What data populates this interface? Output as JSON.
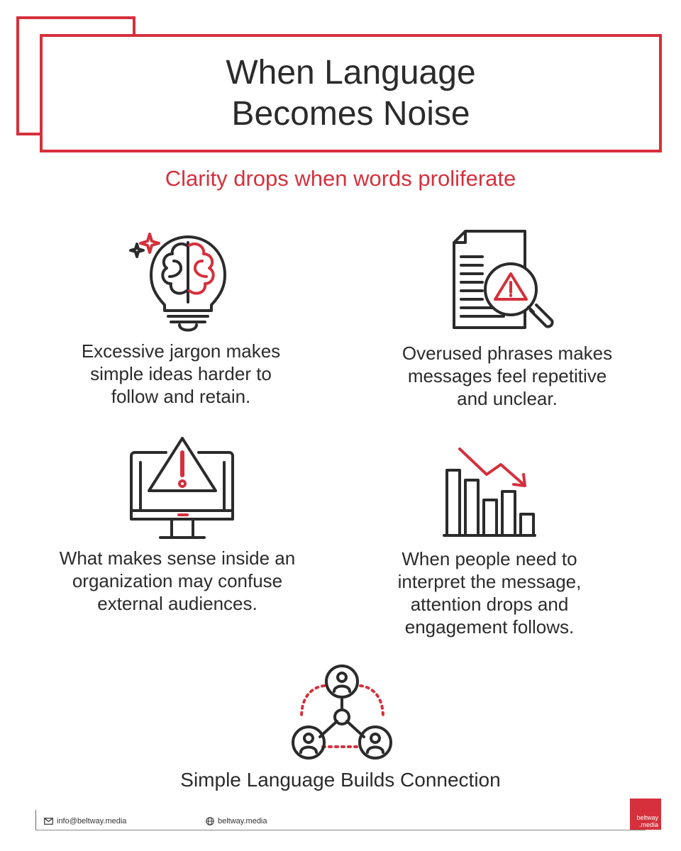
{
  "header": {
    "title_line1": "When Language",
    "title_line2": "Becomes Noise",
    "subtitle": "Clarity drops when words proliferate"
  },
  "points": [
    {
      "icon": "lightbulb-brain-icon",
      "text": "Excessive jargon makes\nsimple ideas harder to\nfollow and retain."
    },
    {
      "icon": "document-warning-magnifier-icon",
      "text": "Overused phrases makes\nmessages feel repetitive\nand unclear."
    },
    {
      "icon": "monitor-warning-icon",
      "text": "What makes sense inside an\norganization may confuse\nexternal audiences."
    },
    {
      "icon": "declining-bar-chart-icon",
      "text": "When people need to\ninterpret the message,\nattention drops and\nengagement follows."
    }
  ],
  "closing": {
    "icon": "people-network-icon",
    "text": "Simple Language Builds Connection"
  },
  "footer": {
    "email": "info@beltway.media",
    "website": "beltway.media",
    "brand_line1": "beltway",
    "brand_line2": ".media"
  },
  "colors": {
    "accent": "#d5303c",
    "ink": "#2b2b2b",
    "background": "#ffffff"
  }
}
